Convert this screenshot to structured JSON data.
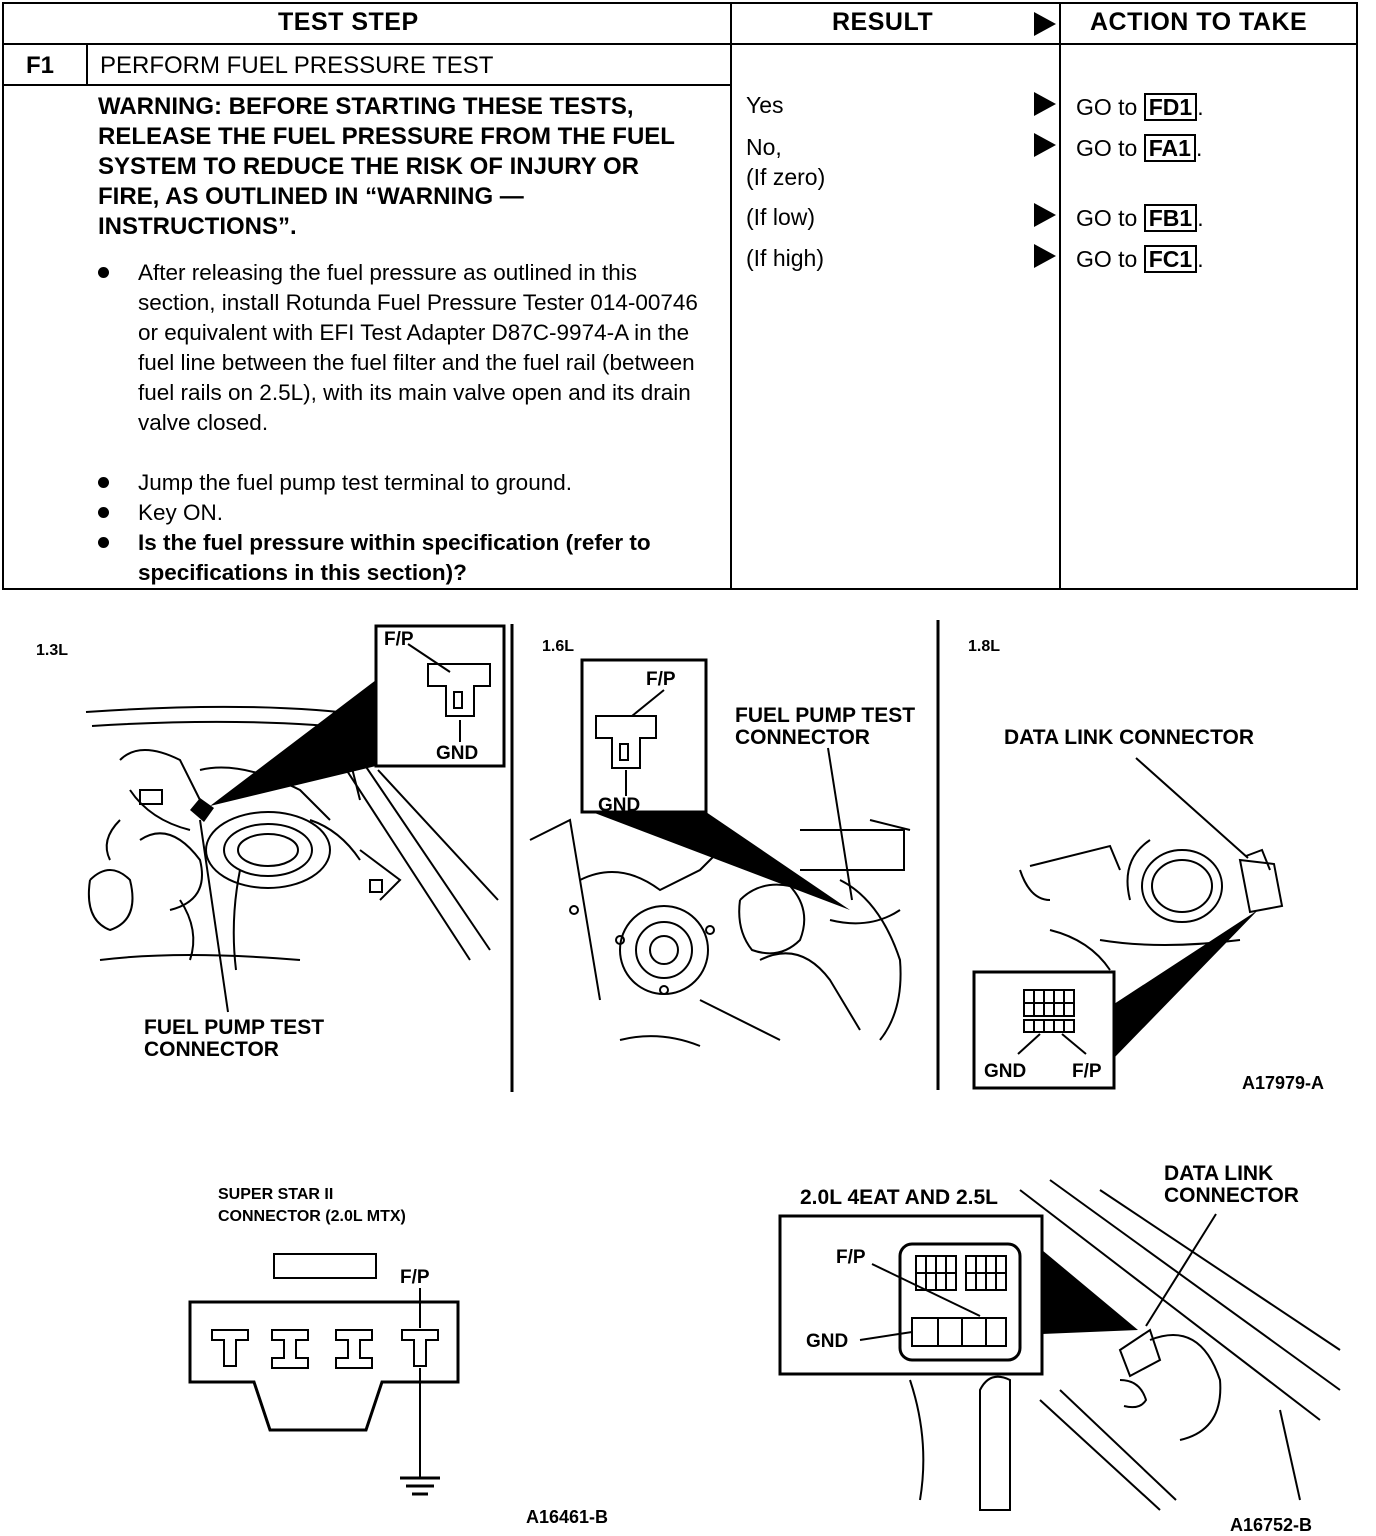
{
  "table": {
    "headers": {
      "test_step": "TEST STEP",
      "result": "RESULT",
      "action": "ACTION TO TAKE"
    },
    "step_id": "F1",
    "step_title": "PERFORM FUEL PRESSURE TEST",
    "warning": "WARNING: BEFORE STARTING THESE TESTS, RELEASE THE FUEL PRESSURE FROM THE FUEL SYSTEM TO REDUCE THE RISK OF INJURY OR FIRE, AS OUTLINED IN “WARNING — INSTRUCTIONS”.",
    "bullets": [
      "After releasing the fuel pressure as outlined in this section, install Rotunda Fuel Pressure Tester 014-00746 or equivalent with EFI Test Adapter D87C-9974-A in the fuel line between the fuel filter and the fuel rail (between fuel rails on 2.5L), with its main valve open and its drain valve closed.",
      "Jump the fuel pump test terminal to ground.",
      "Key ON.",
      "Is the fuel pressure within specification (refer to specifications in this section)?"
    ],
    "results": [
      {
        "result": "Yes",
        "go": "GO to",
        "target": "FD1"
      },
      {
        "result": "No,",
        "sub": "(If zero)",
        "go": "GO to",
        "target": "FA1"
      },
      {
        "result": "(If low)",
        "go": "GO to",
        "target": "FB1"
      },
      {
        "result": "(If high)",
        "go": "GO to",
        "target": "FC1"
      }
    ]
  },
  "figures": {
    "top": {
      "panel1": {
        "engine": "1.3L",
        "fp": "F/P",
        "gnd": "GND",
        "caption_1": "FUEL PUMP TEST",
        "caption_2": "CONNECTOR"
      },
      "panel2": {
        "engine": "1.6L",
        "fp": "F/P",
        "gnd": "GND",
        "caption_1": "FUEL PUMP TEST",
        "caption_2": "CONNECTOR"
      },
      "panel3": {
        "engine": "1.8L",
        "caption": "DATA LINK CONNECTOR",
        "gnd": "GND",
        "fp": "F/P",
        "code": "A17979-A"
      }
    },
    "bottom_left": {
      "title_1": "SUPER STAR II",
      "title_2": "CONNECTOR (2.0L MTX)",
      "fp": "F/P",
      "code": "A16461-B"
    },
    "bottom_right": {
      "title": "2.0L 4EAT AND 2.5L",
      "caption_1": "DATA LINK",
      "caption_2": "CONNECTOR",
      "fp": "F/P",
      "gnd": "GND",
      "code": "A16752-B"
    }
  }
}
